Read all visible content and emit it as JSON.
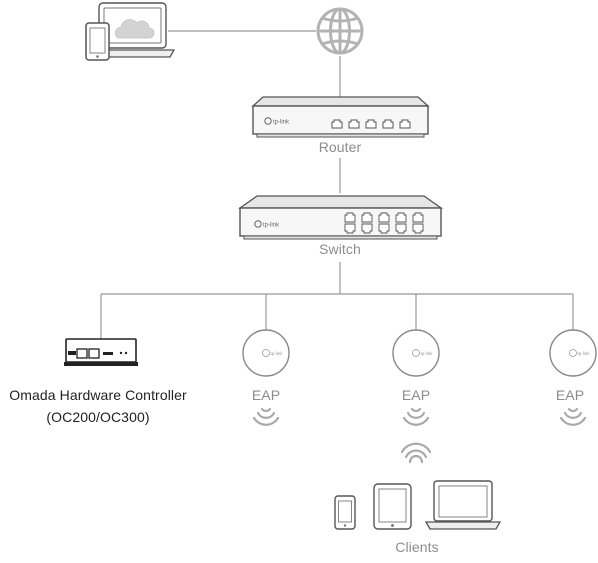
{
  "diagram": {
    "router": {
      "label": "Router",
      "brand": "tp-link"
    },
    "switch": {
      "label": "Switch",
      "brand": "tp-link"
    },
    "controller": {
      "label_line1": "Omada Hardware Controller",
      "label_line2": "(OC200/OC300)"
    },
    "eaps": [
      {
        "label": "EAP",
        "brand": "tp-link"
      },
      {
        "label": "EAP",
        "brand": "tp-link"
      },
      {
        "label": "EAP",
        "brand": "tp-link"
      }
    ],
    "clients": {
      "label": "Clients"
    },
    "icons": [
      "laptop-phone-cloud-icon",
      "globe-icon",
      "router-icon",
      "switch-icon",
      "controller-icon",
      "eap-icon",
      "wifi-icon",
      "phone-icon",
      "tablet-icon",
      "laptop-icon"
    ],
    "colors": {
      "line": "#999999",
      "device_stroke": "#555555",
      "device_fill": "#f2f2f2",
      "label_gray": "#8c8c8c",
      "label_dark": "#222222",
      "globe": "#b3b3b3"
    }
  }
}
